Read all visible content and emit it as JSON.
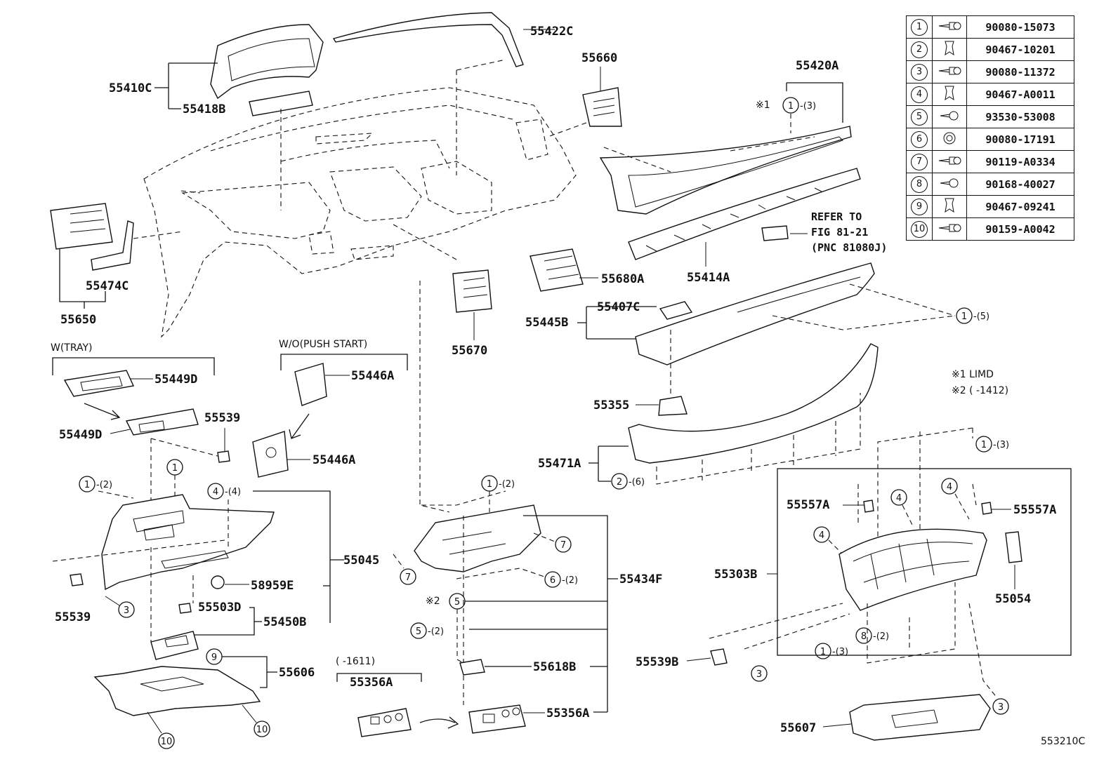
{
  "labels": {
    "p55422C": "55422C",
    "p55410C": "55410C",
    "p55418B": "55418B",
    "p55660": "55660",
    "p55420A": "55420A",
    "p55474C": "55474C",
    "p55650": "55650",
    "p55680A": "55680A",
    "p55414A": "55414A",
    "p55407C": "55407C",
    "p55445B": "55445B",
    "p55670": "55670",
    "p55449D_top": "55449D",
    "p55449D_bot": "55449D",
    "p55446A_top": "55446A",
    "p55446A_bot": "55446A",
    "p55539_top": "55539",
    "p55539_left": "55539",
    "p55355": "55355",
    "p55471A": "55471A",
    "p55045": "55045",
    "p58959E": "58959E",
    "p55503D": "55503D",
    "p55450B": "55450B",
    "p55606": "55606",
    "p55434F": "55434F",
    "p55618B": "55618B",
    "p55356A_left": "55356A",
    "p55356A_right": "55356A",
    "p55557A_left": "55557A",
    "p55557A_right": "55557A",
    "p55303B": "55303B",
    "p55054": "55054",
    "p55539B": "55539B",
    "p55607": "55607",
    "figure_code": "553210C"
  },
  "notes": {
    "w_tray": "W(TRAY)",
    "wo_push_start": "W/O(PUSH START)",
    "refer_line1": "REFER TO",
    "refer_line2": "FIG 81-21",
    "refer_line3": "(PNC 81080J)",
    "legend_note1": "※1 LIMD",
    "legend_note2": "※2 (     -1412)",
    "range_1611": "(     -1611)",
    "mark1": "※1",
    "mark2": "※2"
  },
  "callouts": {
    "c1_3_top": "-(3)",
    "c1_5": "-(5)",
    "c1_3_right": "-(3)",
    "c2_6": "-(6)",
    "c1_2_left": "-(2)",
    "c4_4": "-(4)",
    "c1_2_mid": "-(2)",
    "c6_2": "-(2)",
    "c5_2": "-(2)",
    "c8_2": "-(2)",
    "c1_3_bottom": "-(3)"
  },
  "legend": [
    {
      "num": "1",
      "icon": "bolt-washer-icon",
      "part": "90080-15073"
    },
    {
      "num": "2",
      "icon": "clip-icon",
      "part": "90467-10201"
    },
    {
      "num": "3",
      "icon": "bolt-washer-icon",
      "part": "90080-11372"
    },
    {
      "num": "4",
      "icon": "clip-icon",
      "part": "90467-A0011"
    },
    {
      "num": "5",
      "icon": "screw-icon",
      "part": "93530-53008"
    },
    {
      "num": "6",
      "icon": "nut-icon",
      "part": "90080-17191"
    },
    {
      "num": "7",
      "icon": "bolt-washer-icon",
      "part": "90119-A0334"
    },
    {
      "num": "8",
      "icon": "screw-icon",
      "part": "90168-40027"
    },
    {
      "num": "9",
      "icon": "clip-icon",
      "part": "90467-09241"
    },
    {
      "num": "10",
      "icon": "bolt-washer-icon",
      "part": "90159-A0042"
    }
  ]
}
